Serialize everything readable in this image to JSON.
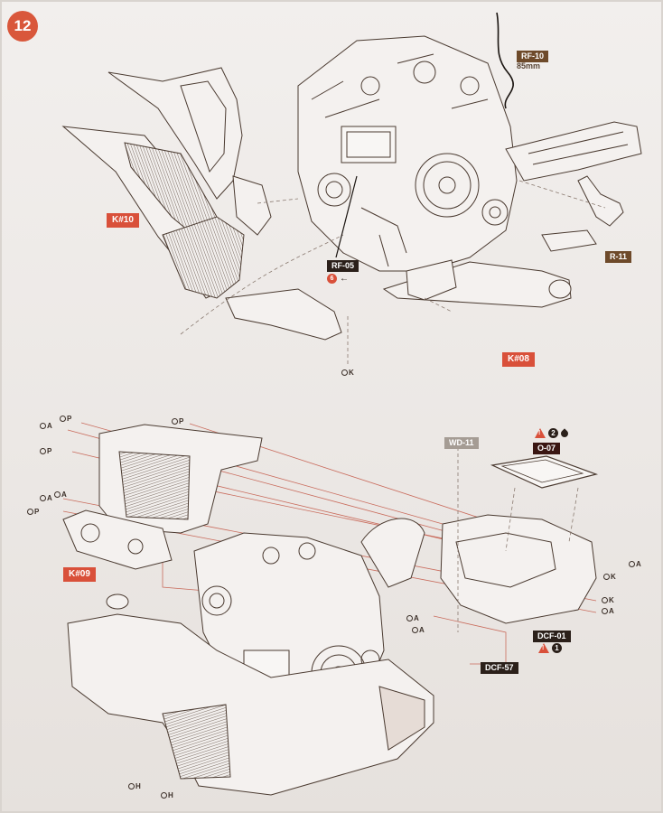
{
  "step": {
    "number": "12"
  },
  "top": {
    "labels": {
      "k10": "K#10",
      "k08": "K#08",
      "rf10": "RF-10",
      "rf10_len": "85mm",
      "rf05": "RF-05",
      "rf05_icon_num": "6",
      "r11": "R-11",
      "screw_k": "K"
    }
  },
  "bottom": {
    "labels": {
      "k09": "K#09",
      "wd11": "WD-11",
      "o07": "O-07",
      "o07_num": "2",
      "dcf01": "DCF-01",
      "dcf01_num": "1",
      "dcf57": "DCF-57"
    },
    "screws_left": [
      "P",
      "A",
      "A",
      "P",
      "P",
      "A",
      "P"
    ],
    "screws_right": [
      "A",
      "K",
      "K",
      "A"
    ],
    "screws_mid": [
      "A",
      "A"
    ],
    "screws_bottom": [
      "H",
      "H"
    ]
  },
  "colors": {
    "accent_red": "#d9503a",
    "line_red": "#c96b5c",
    "ink": "#4a3a30",
    "tag_brown": "#6e4a2a"
  }
}
